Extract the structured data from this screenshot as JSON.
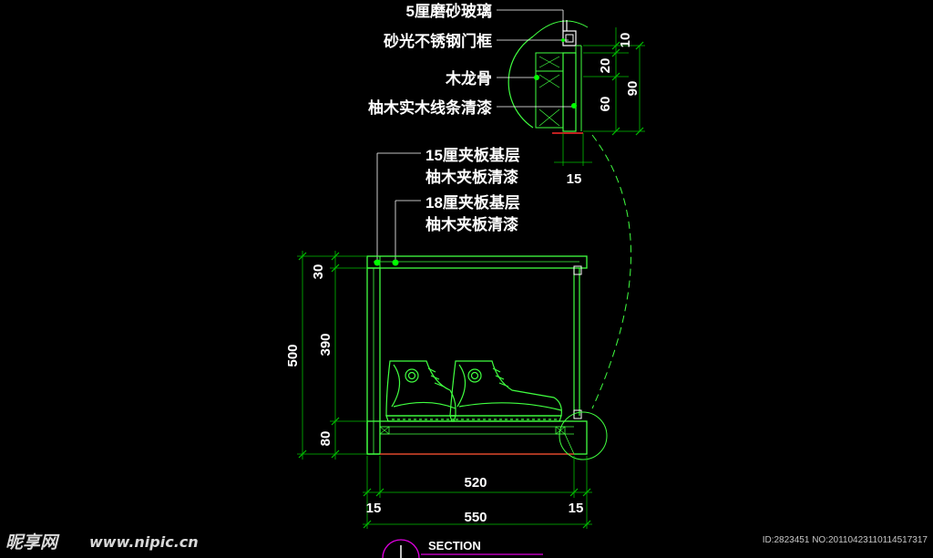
{
  "colors": {
    "background": "#000000",
    "frame": "#40ff40",
    "dim_line": "#00c000",
    "leader": "#ffffff",
    "marker": "#00ff00",
    "accent_red": "#ff2a2a",
    "accent_magenta": "#e000e0",
    "text": "#ffffff"
  },
  "callouts_top": [
    {
      "text": "5厘磨砂玻璃"
    },
    {
      "text": "砂光不锈钢门框"
    },
    {
      "text": "木龙骨"
    },
    {
      "text": "柚木实木线条清漆"
    }
  ],
  "callouts_mid": [
    {
      "line1": "15厘夹板基层",
      "line2": "柚木夹板清漆"
    },
    {
      "line1": "18厘夹板基层",
      "line2": "柚木夹板清漆"
    }
  ],
  "dimensions": {
    "detail_10": "10",
    "detail_20": "20",
    "detail_60": "60",
    "detail_90": "90",
    "detail_15": "15",
    "left_30": "30",
    "left_390": "390",
    "left_80": "80",
    "left_500": "500",
    "bottom_520": "520",
    "bottom_15_left": "15",
    "bottom_15_right": "15",
    "bottom_550": "550"
  },
  "section_title": "SECTION",
  "watermark": {
    "brand": "昵享网",
    "url": "www.nipic.cn",
    "id_line": "ID:2823451 NO:20110423110114517317"
  }
}
